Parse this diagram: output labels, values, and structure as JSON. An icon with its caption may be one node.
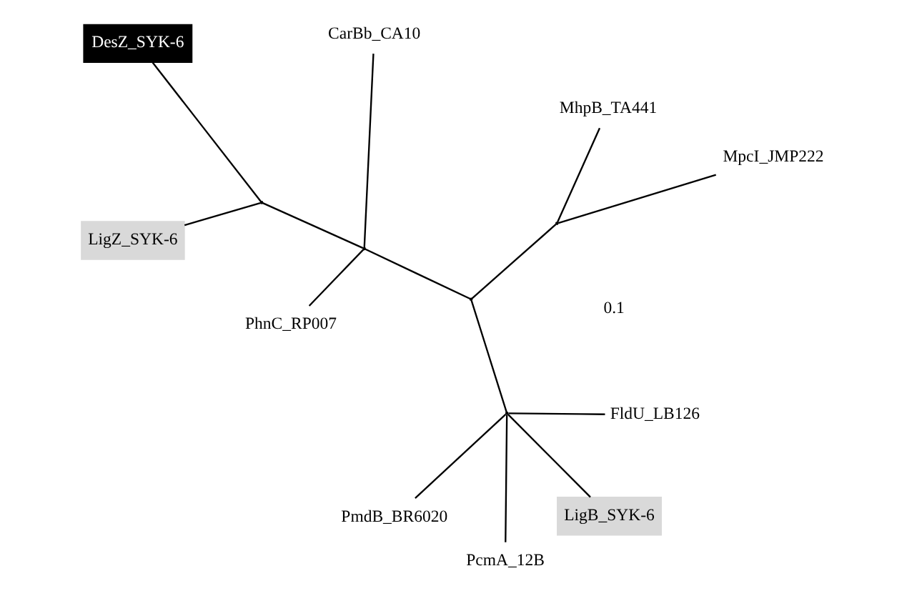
{
  "diagram": {
    "nodes": [
      {
        "text": [
          "LigZ_SYK-6"
        ]
      },
      {
        "text": [
          "DesZ_SYK-6"
        ]
      },
      {
        "text": [
          "PhnC_RP007"
        ]
      },
      {
        "text": [
          "CarBb_CA10"
        ]
      },
      {
        "text": [
          "MpcI_JMP222"
        ]
      },
      {
        "text": [
          "MhpB_TA441"
        ]
      },
      {
        "text": [
          "PmdB_BR6020"
        ]
      },
      {
        "text": [
          "FldU_LB126"
        ]
      },
      {
        "text": [
          "PcmA_12B"
        ]
      },
      {
        "text": [
          "LigB_SYK-6"
        ]
      },
      {
        "text": [],
        "shape": "point"
      },
      {
        "text": [],
        "shape": "point"
      },
      {
        "text": [],
        "shape": "point"
      },
      {
        "text": [],
        "shape": "point"
      },
      {
        "text": [],
        "shape": "point"
      }
    ],
    "edges": [
      {
        "from": 10,
        "to": 1,
        "arrow": "none"
      },
      {
        "from": 10,
        "to": 0,
        "arrow": "none"
      },
      {
        "from": 10,
        "to": 11,
        "arrow": "none"
      },
      {
        "from": 11,
        "to": 2,
        "arrow": "none"
      },
      {
        "from": 11,
        "to": 3,
        "arrow": "none"
      },
      {
        "from": 11,
        "to": 12,
        "arrow": "none"
      },
      {
        "from": 12,
        "to": 13,
        "arrow": "none"
      },
      {
        "from": 13,
        "to": 4,
        "arrow": "none"
      },
      {
        "from": 13,
        "to": 5,
        "arrow": "none"
      },
      {
        "from": 12,
        "to": 14,
        "arrow": "none"
      },
      {
        "from": 14,
        "to": 6,
        "arrow": "none"
      },
      {
        "from": 14,
        "to": 8,
        "arrow": "none"
      },
      {
        "from": 14,
        "to": 7,
        "arrow": "none"
      },
      {
        "from": 14,
        "to": 9,
        "arrow": "none"
      }
    ],
    "labels": [
      "0.1"
    ]
  }
}
